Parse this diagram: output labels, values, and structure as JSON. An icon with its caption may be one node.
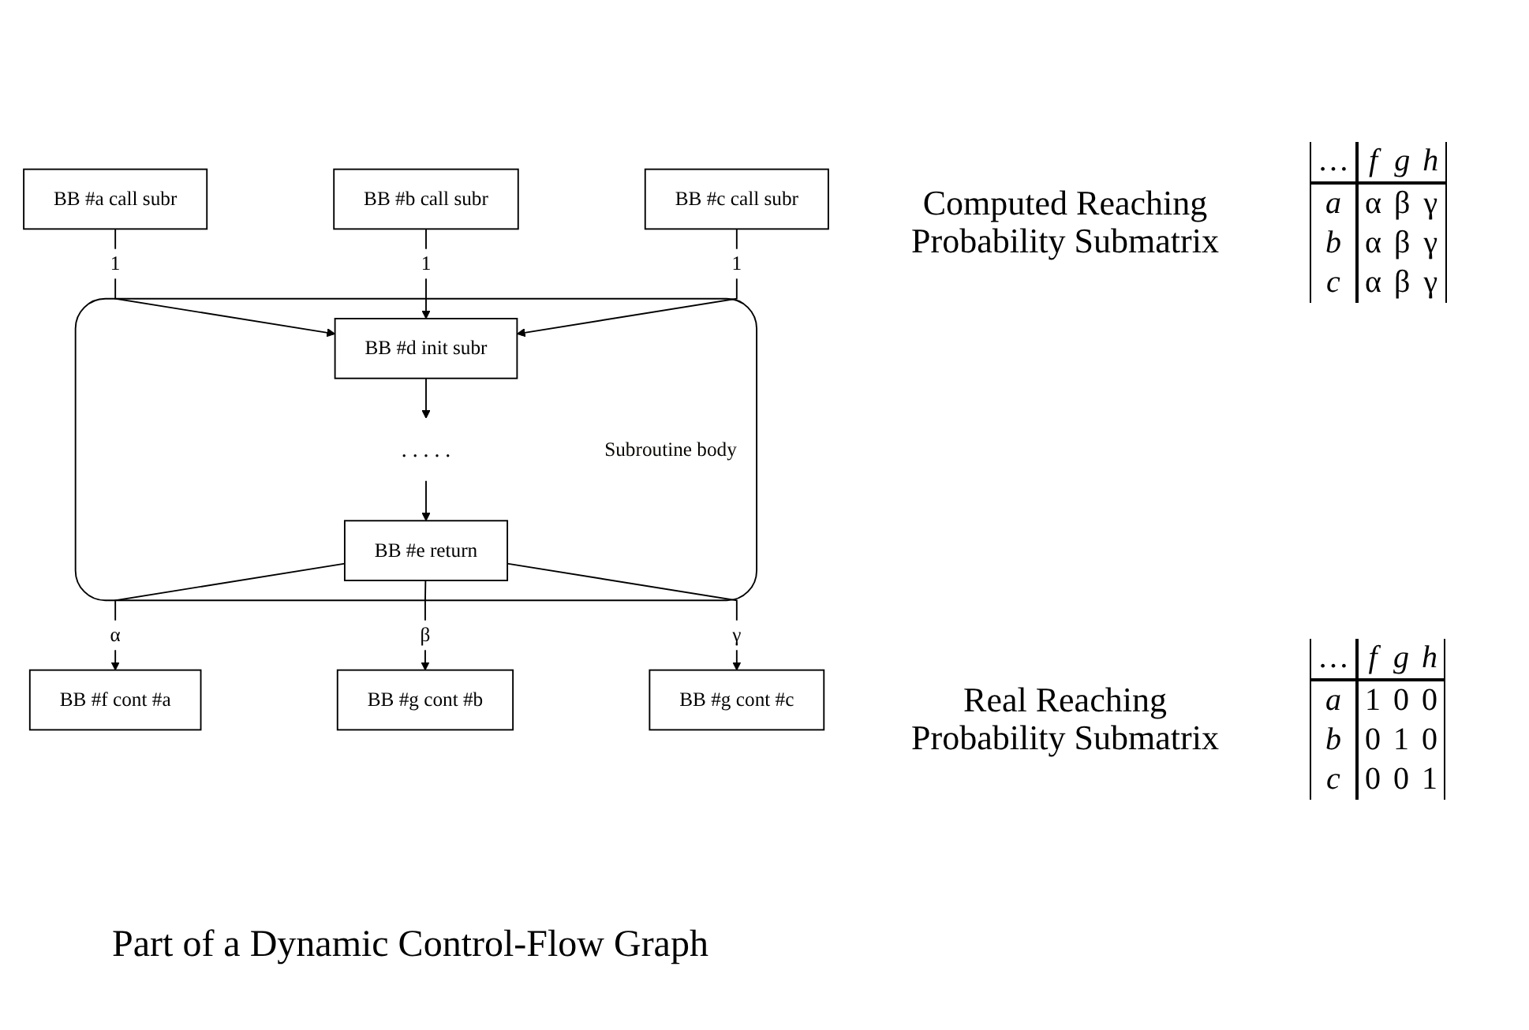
{
  "diagram": {
    "caption": "Part of a Dynamic Control-Flow Graph",
    "nodes": [
      {
        "text": [
          "BB #a call subr"
        ]
      },
      {
        "text": [
          "BB #b call subr"
        ]
      },
      {
        "text": [
          "BB #c call subr"
        ]
      },
      {
        "text": [
          "Subroutine body"
        ]
      },
      {
        "text": [
          "BB #d init subr"
        ],
        "in": 3
      },
      {
        "text": [
          ". . . . ."
        ],
        "in": 3
      },
      {
        "text": [
          "BB #e return"
        ],
        "in": 3
      },
      {
        "text": [
          "BB #f cont #a"
        ]
      },
      {
        "text": [
          "BB #g cont #b"
        ]
      },
      {
        "text": [
          "BB #g cont #c"
        ]
      }
    ],
    "edges": [
      {
        "from": 0,
        "to": 4,
        "arrow": "to",
        "label": "1"
      },
      {
        "from": 1,
        "to": 4,
        "arrow": "to",
        "label": "1"
      },
      {
        "from": 2,
        "to": 4,
        "arrow": "to",
        "label": "1"
      },
      {
        "from": 4,
        "to": 5,
        "arrow": "to"
      },
      {
        "from": 5,
        "to": 6,
        "arrow": "to"
      },
      {
        "from": 6,
        "to": 7,
        "arrow": "to",
        "label": "α"
      },
      {
        "from": 6,
        "to": 8,
        "arrow": "to",
        "label": "β"
      },
      {
        "from": 6,
        "to": 9,
        "arrow": "to",
        "label": "γ"
      }
    ],
    "labels": [
      "Computed Reaching Probability Submatrix",
      "…",
      "f",
      "g",
      "h",
      "a",
      "α",
      "β",
      "γ",
      "b",
      "α",
      "β",
      "γ",
      "c",
      "α",
      "β",
      "γ",
      "Real Reaching Probability Submatrix",
      "…",
      "f",
      "g",
      "h",
      "a",
      "1",
      "0",
      "0",
      "b",
      "0",
      "1",
      "0",
      "c",
      "0",
      "0",
      "1"
    ]
  }
}
